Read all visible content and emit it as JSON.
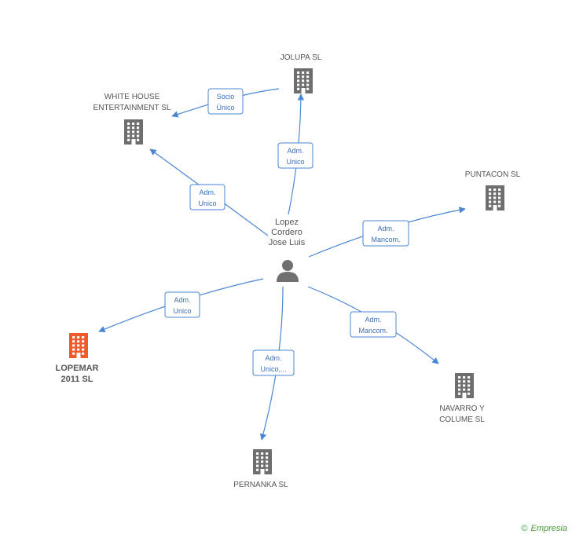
{
  "colors": {
    "edge": "#4a86d4",
    "company": "#6e6e6e",
    "highlight": "#f05a28",
    "person": "#707070"
  },
  "center": {
    "lines": [
      "Lopez",
      "Cordero",
      "Jose Luis"
    ],
    "icon": "person-icon"
  },
  "nodes": [
    {
      "id": "jolupa",
      "lines": [
        "JOLUPA SL"
      ],
      "icon": "building-icon"
    },
    {
      "id": "whitehouse",
      "lines": [
        "WHITE HOUSE",
        "ENTERTAINMENT SL"
      ],
      "icon": "building-icon"
    },
    {
      "id": "puntacon",
      "lines": [
        "PUNTACON SL"
      ],
      "icon": "building-icon"
    },
    {
      "id": "lopemar",
      "lines": [
        "LOPEMAR",
        "2011 SL"
      ],
      "icon": "building-icon",
      "highlight": true
    },
    {
      "id": "navarro",
      "lines": [
        "NAVARRO Y",
        "COLUME SL"
      ],
      "icon": "building-icon"
    },
    {
      "id": "pernanka",
      "lines": [
        "PERNANKA SL"
      ],
      "icon": "building-icon"
    }
  ],
  "edges": [
    {
      "from": "jolupa",
      "to": "whitehouse",
      "label": [
        "Socio",
        "Único"
      ]
    },
    {
      "from": "center",
      "to": "jolupa",
      "label": [
        "Adm.",
        "Unico"
      ]
    },
    {
      "from": "center",
      "to": "whitehouse",
      "label": [
        "Adm.",
        "Unico"
      ]
    },
    {
      "from": "center",
      "to": "puntacon",
      "label": [
        "Adm.",
        "Mancom."
      ]
    },
    {
      "from": "center",
      "to": "lopemar",
      "label": [
        "Adm.",
        "Unico"
      ]
    },
    {
      "from": "center",
      "to": "navarro",
      "label": [
        "Adm.",
        "Mancom."
      ]
    },
    {
      "from": "center",
      "to": "pernanka",
      "label": [
        "Adm.",
        "Unico,..."
      ]
    }
  ],
  "footer": {
    "copyright": "©",
    "brand": "Empresia"
  }
}
